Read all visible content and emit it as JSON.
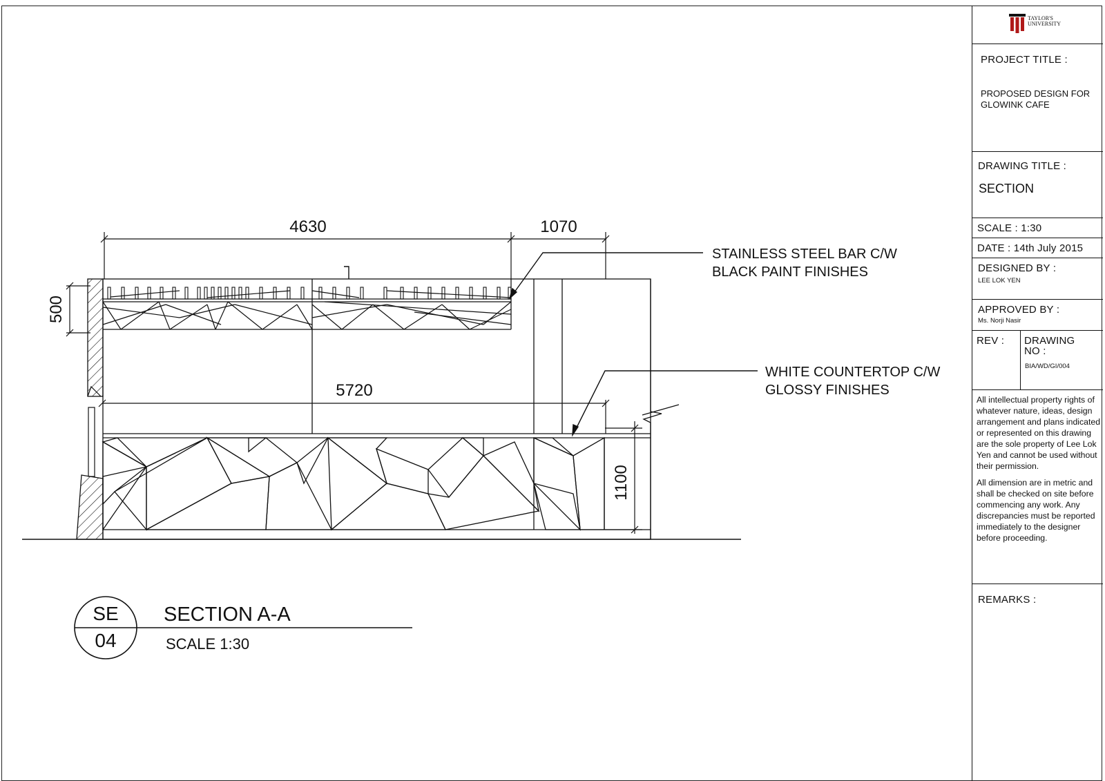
{
  "drawing": {
    "dimensions": {
      "d1": "4630",
      "d2": "1070",
      "d3": "500",
      "d4": "5720",
      "d5": "1100"
    },
    "annotations": {
      "steel_bar_line1": "STAINLESS STEEL BAR C/W",
      "steel_bar_line2": "BLACK PAINT FINISHES",
      "countertop_line1": "WHITE COUNTERTOP C/W",
      "countertop_line2": "GLOSSY FINISHES"
    },
    "section_tag": {
      "code": "SE",
      "number": "04",
      "title": "SECTION A-A",
      "scale": "SCALE  1:30"
    }
  },
  "title_block": {
    "logo_text_1": "TAYLOR'S",
    "logo_text_2": "UNIVERSITY",
    "project_title_label": "PROJECT TITLE :",
    "project_title_line1": "PROPOSED DESIGN FOR",
    "project_title_line2": "GLOWINK CAFE",
    "drawing_title_label": "DRAWING TITLE :",
    "drawing_title_value": "SECTION",
    "scale": "SCALE :   1:30",
    "date": "DATE : 14th July 2015",
    "designed_by_label": "DESIGNED BY :",
    "designed_by_value": "LEE LOK YEN",
    "approved_by_label": "APPROVED BY :",
    "approved_by_value": "Ms. Norji Nasir",
    "rev_label": "REV :",
    "drawing_no_label_1": "DRAWING",
    "drawing_no_label_2": "NO :",
    "drawing_no_value": "BIA/WD/GI/004",
    "note_1": "All intellectual property rights of whatever nature, ideas, design arrangement and plans indicated or represented on this drawing are the sole property of Lee Lok Yen and cannot be used without their permission.",
    "note_2": "All dimension are in metric and shall be checked on site before commencing any work. Any discrepancies must be reported immediately to the designer before proceeding.",
    "remarks_label": "REMARKS :"
  }
}
